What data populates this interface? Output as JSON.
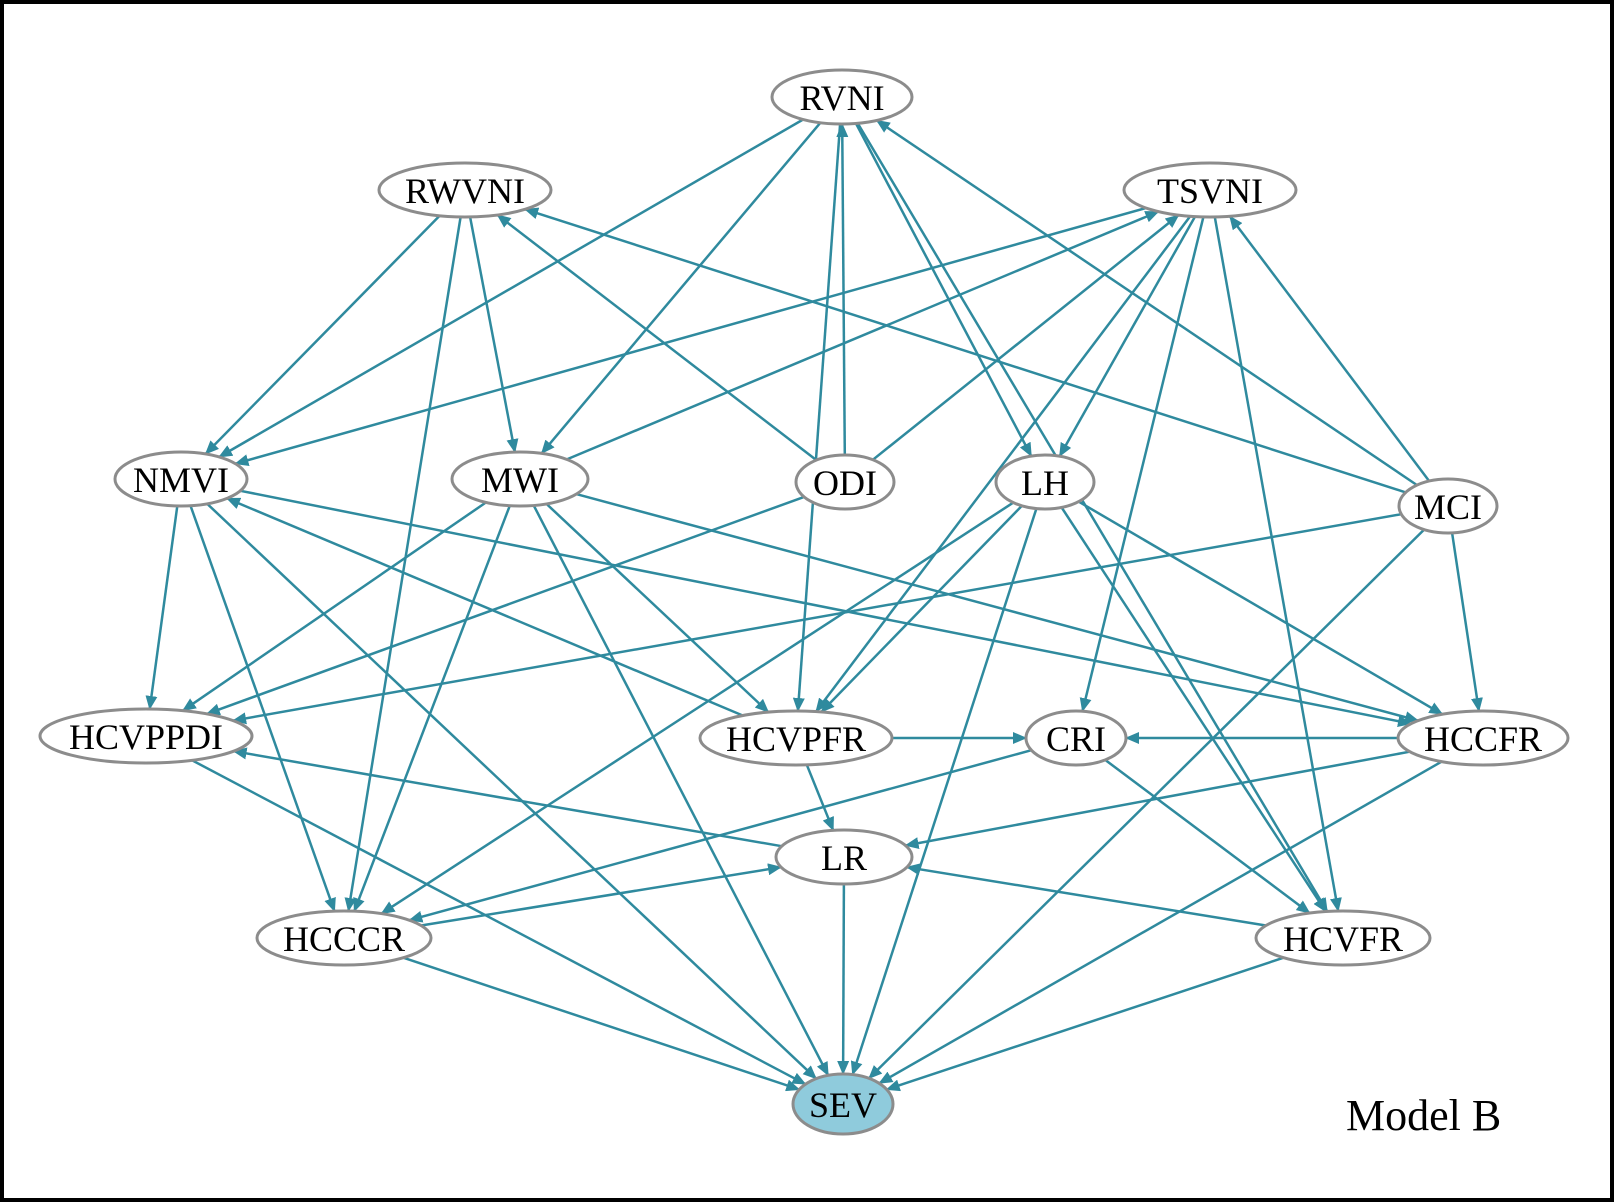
{
  "caption": "Model B",
  "colors": {
    "edge": "#2F8A9E",
    "node_stroke": "#8C8C8C",
    "node_fill": "#FFFFFF",
    "target_fill": "#8FCBDC",
    "border": "#000000"
  },
  "nodes": [
    {
      "id": "RVNI",
      "label": "RVNI"
    },
    {
      "id": "RWVNI",
      "label": "RWVNI"
    },
    {
      "id": "TSVNI",
      "label": "TSVNI"
    },
    {
      "id": "NMVI",
      "label": "NMVI"
    },
    {
      "id": "MWI",
      "label": "MWI"
    },
    {
      "id": "ODI",
      "label": "ODI"
    },
    {
      "id": "LH",
      "label": "LH"
    },
    {
      "id": "MCI",
      "label": "MCI"
    },
    {
      "id": "HCVPPDI",
      "label": "HCVPPDI"
    },
    {
      "id": "HCVPFR",
      "label": "HCVPFR"
    },
    {
      "id": "CRI",
      "label": "CRI"
    },
    {
      "id": "HCCFR",
      "label": "HCCFR"
    },
    {
      "id": "LR",
      "label": "LR"
    },
    {
      "id": "HCCCR",
      "label": "HCCCR"
    },
    {
      "id": "HCVFR",
      "label": "HCVFR"
    },
    {
      "id": "SEV",
      "label": "SEV",
      "highlight": true
    }
  ],
  "edges": [
    [
      "RVNI",
      "NMVI"
    ],
    [
      "RVNI",
      "MWI"
    ],
    [
      "RVNI",
      "HCVPFR"
    ],
    [
      "RVNI",
      "LH"
    ],
    [
      "RVNI",
      "HCVFR"
    ],
    [
      "ODI",
      "RVNI"
    ],
    [
      "MCI",
      "RVNI"
    ],
    [
      "RWVNI",
      "NMVI"
    ],
    [
      "RWVNI",
      "MWI"
    ],
    [
      "RWVNI",
      "HCCCR"
    ],
    [
      "ODI",
      "RWVNI"
    ],
    [
      "MCI",
      "RWVNI"
    ],
    [
      "TSVNI",
      "NMVI"
    ],
    [
      "TSVNI",
      "LH"
    ],
    [
      "TSVNI",
      "CRI"
    ],
    [
      "TSVNI",
      "HCVFR"
    ],
    [
      "TSVNI",
      "HCVPFR"
    ],
    [
      "MWI",
      "TSVNI"
    ],
    [
      "ODI",
      "TSVNI"
    ],
    [
      "MCI",
      "TSVNI"
    ],
    [
      "NMVI",
      "HCVPPDI"
    ],
    [
      "NMVI",
      "HCCCR"
    ],
    [
      "NMVI",
      "SEV"
    ],
    [
      "NMVI",
      "HCCFR"
    ],
    [
      "HCVPFR",
      "NMVI"
    ],
    [
      "MWI",
      "HCVPPDI"
    ],
    [
      "MWI",
      "HCCCR"
    ],
    [
      "MWI",
      "SEV"
    ],
    [
      "MWI",
      "HCVPFR"
    ],
    [
      "MWI",
      "HCCFR"
    ],
    [
      "ODI",
      "HCVPPDI"
    ],
    [
      "LH",
      "HCCCR"
    ],
    [
      "LH",
      "HCVPFR"
    ],
    [
      "LH",
      "SEV"
    ],
    [
      "LH",
      "HCVFR"
    ],
    [
      "LH",
      "HCCFR"
    ],
    [
      "MCI",
      "HCVPPDI"
    ],
    [
      "MCI",
      "SEV"
    ],
    [
      "MCI",
      "HCCFR"
    ],
    [
      "HCVPPDI",
      "SEV"
    ],
    [
      "LR",
      "HCVPPDI"
    ],
    [
      "HCVPFR",
      "CRI"
    ],
    [
      "HCVPFR",
      "LR"
    ],
    [
      "HCCFR",
      "CRI"
    ],
    [
      "HCCFR",
      "LR"
    ],
    [
      "HCCFR",
      "SEV"
    ],
    [
      "CRI",
      "HCCCR"
    ],
    [
      "CRI",
      "HCVFR"
    ],
    [
      "LR",
      "SEV"
    ],
    [
      "HCCCR",
      "LR"
    ],
    [
      "HCCCR",
      "SEV"
    ],
    [
      "HCVFR",
      "LR"
    ],
    [
      "HCVFR",
      "SEV"
    ]
  ]
}
